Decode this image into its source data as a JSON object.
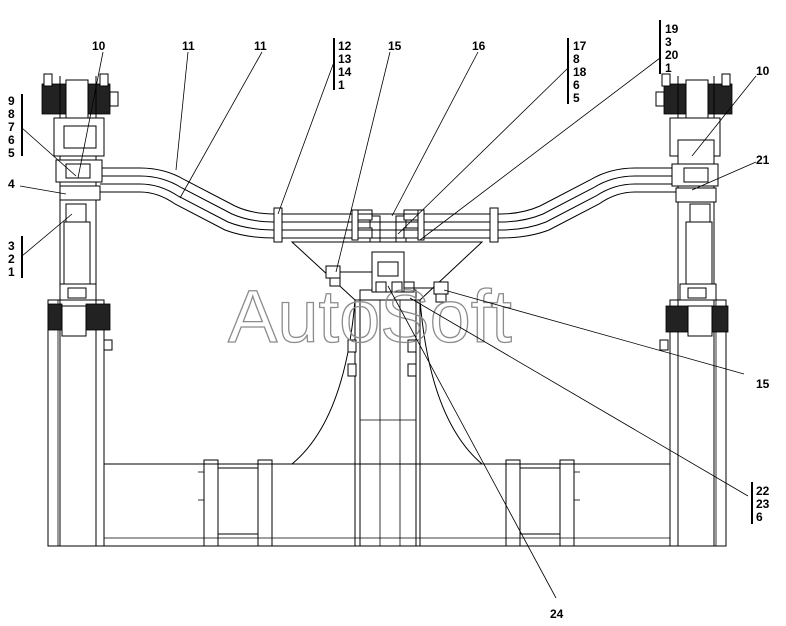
{
  "watermark": "AutoSoft",
  "callouts": {
    "c10_left": "10",
    "c11_a": "11",
    "c11_b": "11",
    "c12": [
      "12",
      "13",
      "14",
      "1"
    ],
    "c15_top": "15",
    "c16": "16",
    "c17": [
      "17",
      "8",
      "18",
      "6",
      "5"
    ],
    "c19": [
      "19",
      "3",
      "20",
      "1"
    ],
    "c10_right": "10",
    "c9": [
      "9",
      "8",
      "7",
      "6",
      "5"
    ],
    "c4": "4",
    "c3": [
      "3",
      "2",
      "1"
    ],
    "c21": "21",
    "c15_right": "15",
    "c22": [
      "22",
      "23",
      "6"
    ],
    "c24": "24"
  }
}
